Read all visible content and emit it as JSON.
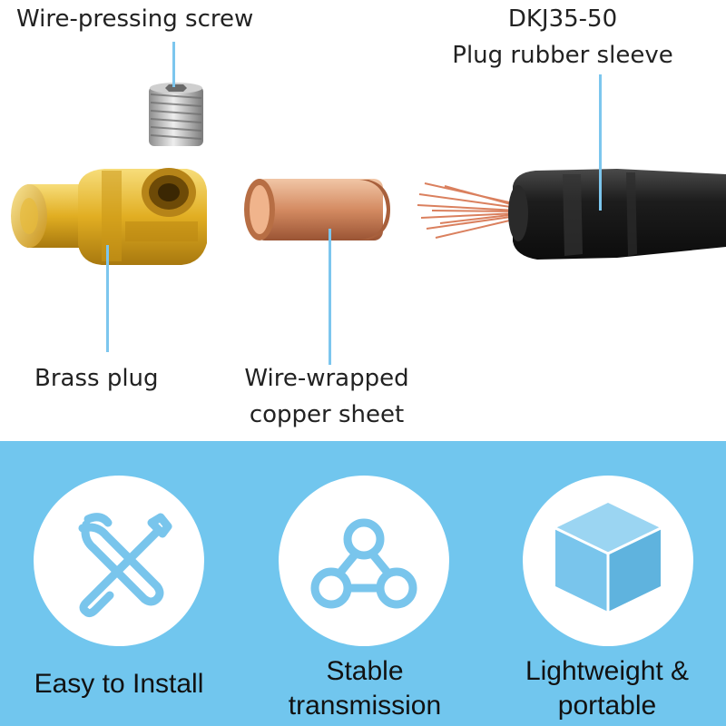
{
  "labels": {
    "screw": "Wire-pressing screw",
    "model": "DKJ35-50",
    "sleeve": "Plug rubber sleeve",
    "brass": "Brass plug",
    "copper_line1": "Wire-wrapped",
    "copper_line2": "copper sheet"
  },
  "features": [
    {
      "line1": "Easy to Install",
      "line2": "",
      "icon": "tools-icon"
    },
    {
      "line1": "Stable",
      "line2": "transmission",
      "icon": "network-icon"
    },
    {
      "line1": "Lightweight &",
      "line2": "portable",
      "icon": "cube-icon"
    }
  ],
  "colors": {
    "panel": "#71c6ee",
    "icon": "#79c5ec",
    "leader": "#7cc6ee",
    "brass": "#e2b021",
    "copper": "#d48b62",
    "sleeve": "#1c1c1c"
  }
}
